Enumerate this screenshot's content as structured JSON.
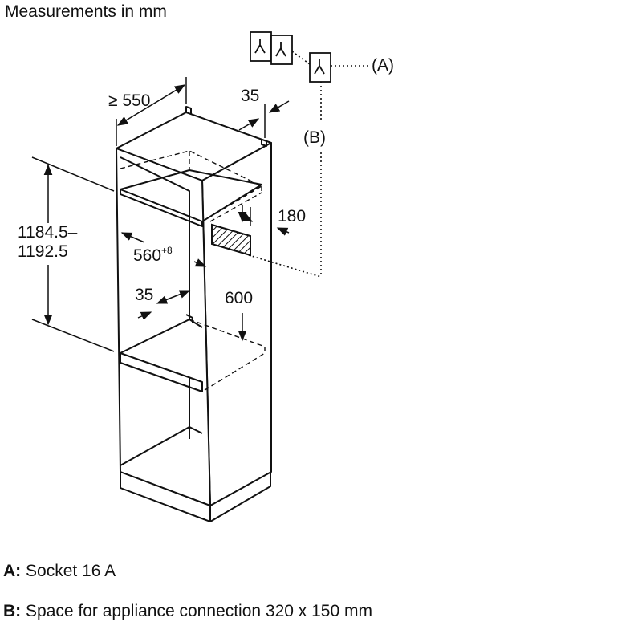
{
  "title": "Measurements in mm",
  "dimensions": {
    "depth": "≥ 550",
    "back_gap": "35",
    "height_line1": "1184.5–",
    "height_line2": "1192.5",
    "width": "560",
    "width_tolerance": "+8",
    "shelf_depth": "35",
    "vertical_clearance": "600",
    "side_offset": "180"
  },
  "callouts": {
    "a": "(A)",
    "b": "(B)"
  },
  "legend": [
    {
      "key": "A:",
      "text": "Socket 16 A"
    },
    {
      "key": "B:",
      "text": "Space for appliance connection 320 x 150 mm"
    }
  ]
}
